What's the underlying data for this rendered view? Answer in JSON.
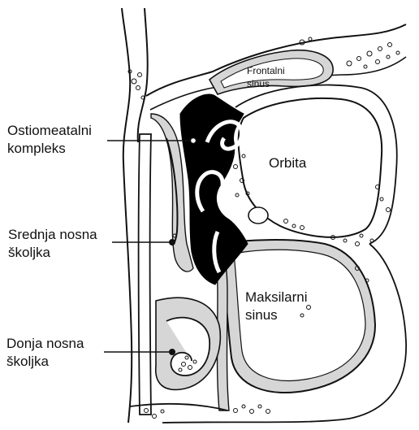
{
  "labels": {
    "frontal_sinus": [
      "Frontalni",
      "sinus"
    ],
    "ostiomeatal_complex": [
      "Ostiomeatalni",
      "kompleks"
    ],
    "orbit": [
      "Orbita"
    ],
    "middle_turbinate": [
      "Srednja nosna",
      "školjka"
    ],
    "maxillary_sinus": [
      "Maksilarni",
      "sinus"
    ],
    "inferior_turbinate": [
      "Donja nosna",
      "školjka"
    ]
  },
  "colors": {
    "outline": "#111111",
    "mucosa_gray": "#d6d6d6",
    "complex_fill": "#000000",
    "background": "#ffffff"
  }
}
